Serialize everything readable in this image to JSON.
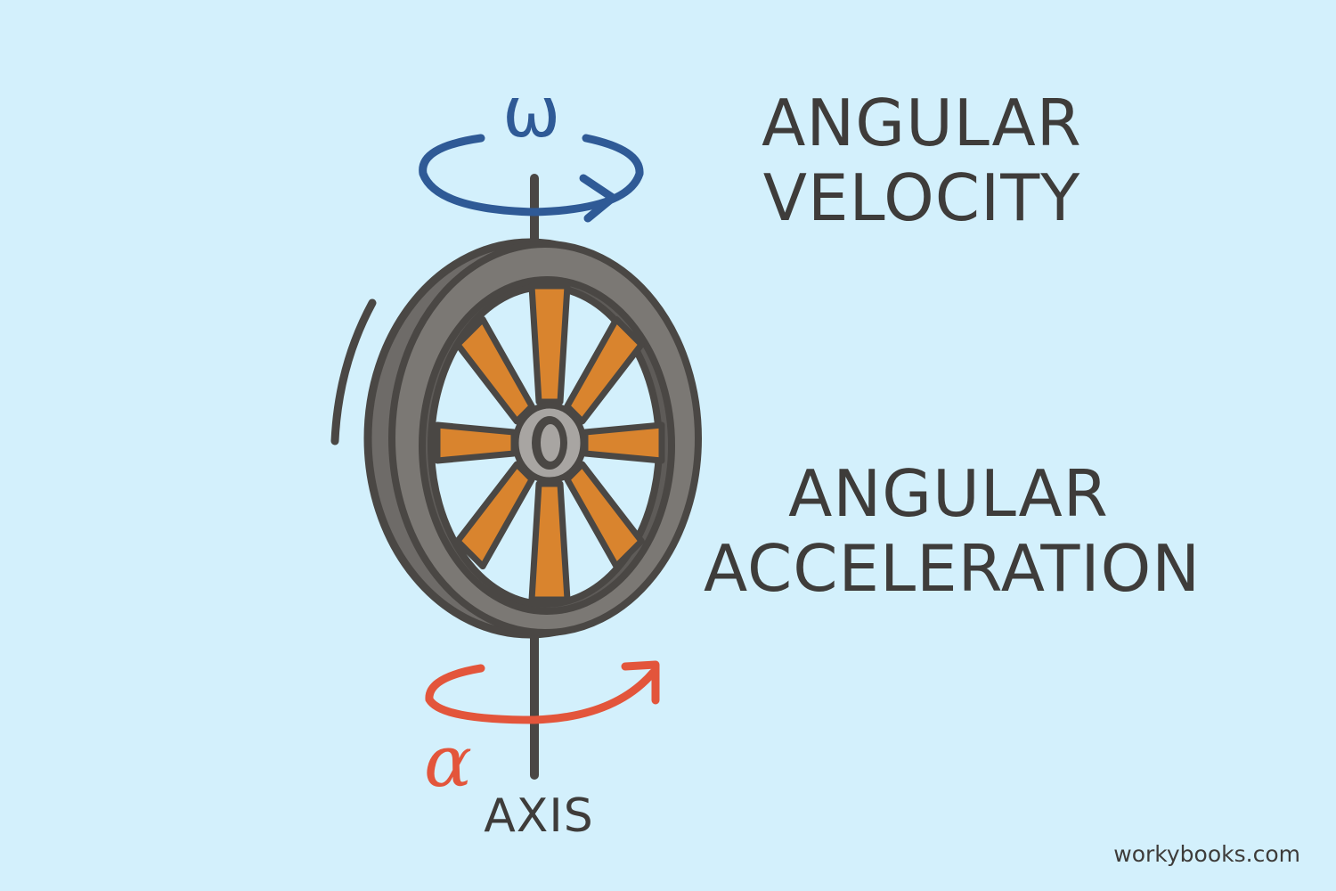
{
  "labels": {
    "angular_velocity": "ANGULAR VELOCITY",
    "angular_acceleration": "ANGULAR ACCELERATION",
    "axis": "AXIS",
    "omega": "ω",
    "alpha": "α",
    "brand": "workybooks.com"
  },
  "colors": {
    "background": "#d3f0fc",
    "velocity_arrow": "#2f5a96",
    "acceleration_arrow": "#e3553b",
    "tire": "#7b7874",
    "outline": "#4a4744",
    "spokes": "#d9842e"
  }
}
